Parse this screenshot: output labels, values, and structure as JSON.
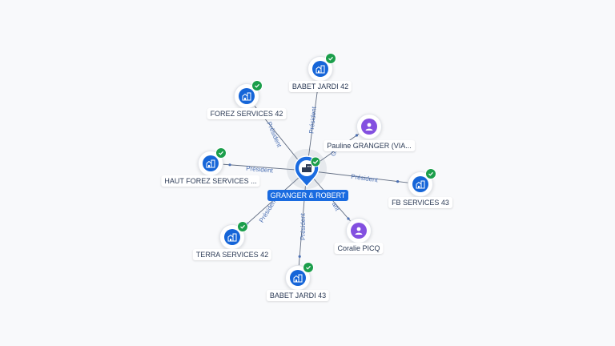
{
  "center": {
    "label": "GRANGER & ROBERT",
    "icon": "building-icon",
    "badge": "verified-check-icon"
  },
  "nodes": [
    {
      "id": "babet42",
      "type": "company",
      "label": "BABET JARDI 42",
      "edge": "Président"
    },
    {
      "id": "forez42",
      "type": "company",
      "label": "FOREZ SERVICES 42",
      "edge": "Président"
    },
    {
      "id": "pauline",
      "type": "person",
      "label": "Pauline GRANGER (VIA...",
      "edge": "Gé"
    },
    {
      "id": "hautforez",
      "type": "company",
      "label": "HAUT FOREZ SERVICES ...",
      "edge": "Président"
    },
    {
      "id": "fb43",
      "type": "company",
      "label": "FB SERVICES 43",
      "edge": "Président"
    },
    {
      "id": "terra42",
      "type": "company",
      "label": "TERRA SERVICES 42",
      "edge": "Président"
    },
    {
      "id": "coralie",
      "type": "person",
      "label": "Coralie PICQ",
      "edge": "ant"
    },
    {
      "id": "babet43",
      "type": "company",
      "label": "BABET JARDI 43",
      "edge": "Président"
    }
  ],
  "colors": {
    "company": "#1565d8",
    "person": "#8350e0",
    "center": "#1a6be0",
    "verified": "#1b9e4b",
    "edge": "#4a6fb3"
  }
}
